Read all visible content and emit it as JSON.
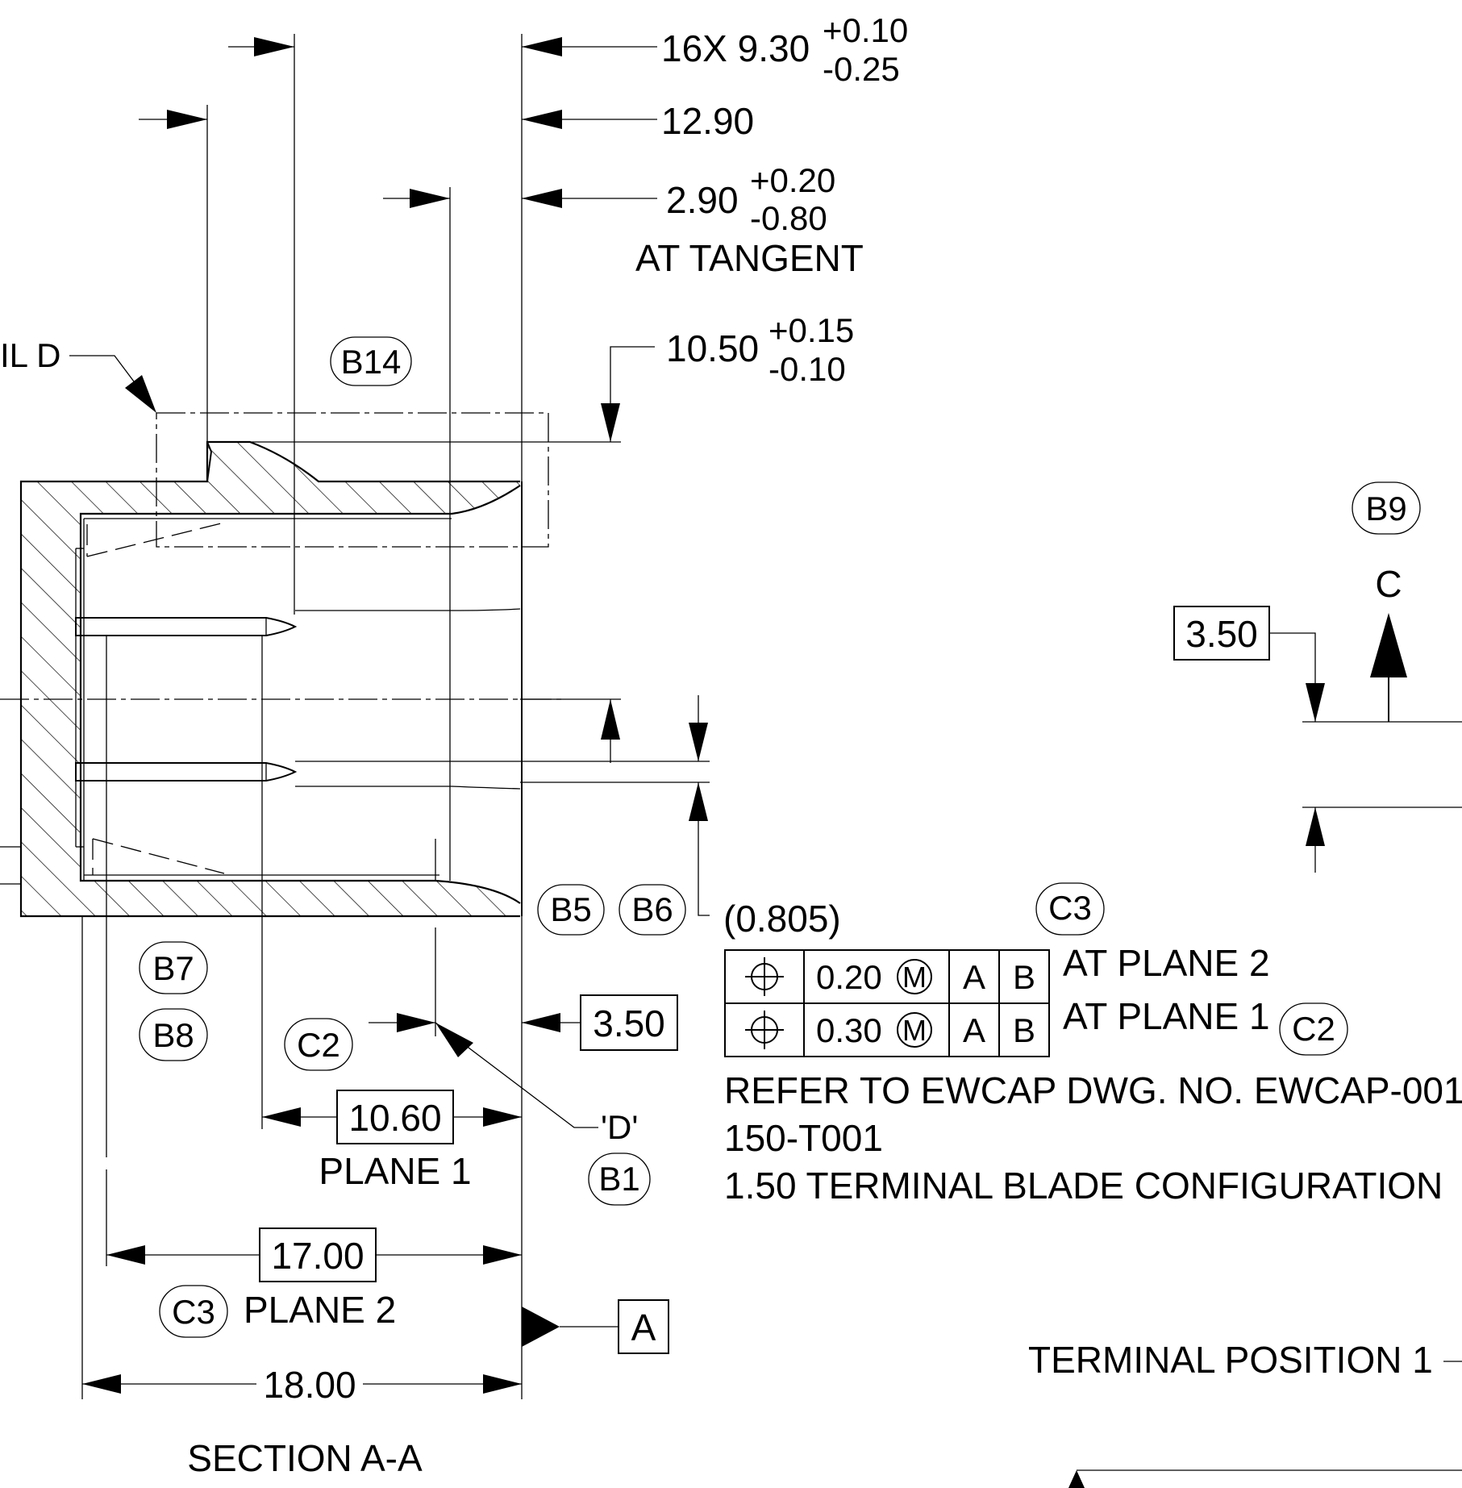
{
  "dims": {
    "d16x_value": "16X 9.30",
    "d16x_tol_plus": "+0.10",
    "d16x_tol_minus": "-0.25",
    "d12_90": "12.90",
    "d2_90_value": "2.90",
    "d2_90_tol_plus": "+0.20",
    "d2_90_tol_minus": "-0.80",
    "at_tangent": "AT TANGENT",
    "d10_50_value": "10.50",
    "d10_50_tol_plus": "+0.15",
    "d10_50_tol_minus": "-0.10",
    "ref_0805": "(0.805)",
    "basic_3_50_right": "3.50",
    "basic_3_50_bottom": "3.50",
    "basic_10_60": "10.60",
    "basic_17_00": "17.00",
    "d18_00": "18.00",
    "plane1": "PLANE 1",
    "plane2": "PLANE 2",
    "d_label": "'D'"
  },
  "labels": {
    "detail_d": "IL D",
    "section_aa": "SECTION A-A",
    "view_c": "C",
    "datum_a": "A",
    "terminal_position": "TERMINAL POSITION 1"
  },
  "balloons": {
    "b14": "B14",
    "b9": "B9",
    "b5": "B5",
    "b6": "B6",
    "c3_top": "C3",
    "b7": "B7",
    "b8": "B8",
    "c2_left": "C2",
    "b1": "B1",
    "c2_right": "C2",
    "c3_bottom": "C3"
  },
  "fcf": {
    "row1": {
      "symbol": "⌖",
      "tolerance": "0.20",
      "modifier": "M",
      "datum1": "A",
      "datum2": "B",
      "note": "AT PLANE 2"
    },
    "row2": {
      "symbol": "⌖",
      "tolerance": "0.30",
      "modifier": "M",
      "datum1": "A",
      "datum2": "B",
      "note": "AT PLANE 1"
    }
  },
  "notes": {
    "line1": "REFER TO EWCAP DWG. NO. EWCAP-001",
    "line2": "150-T001",
    "line3": "1.50 TERMINAL BLADE CONFIGURATION"
  }
}
